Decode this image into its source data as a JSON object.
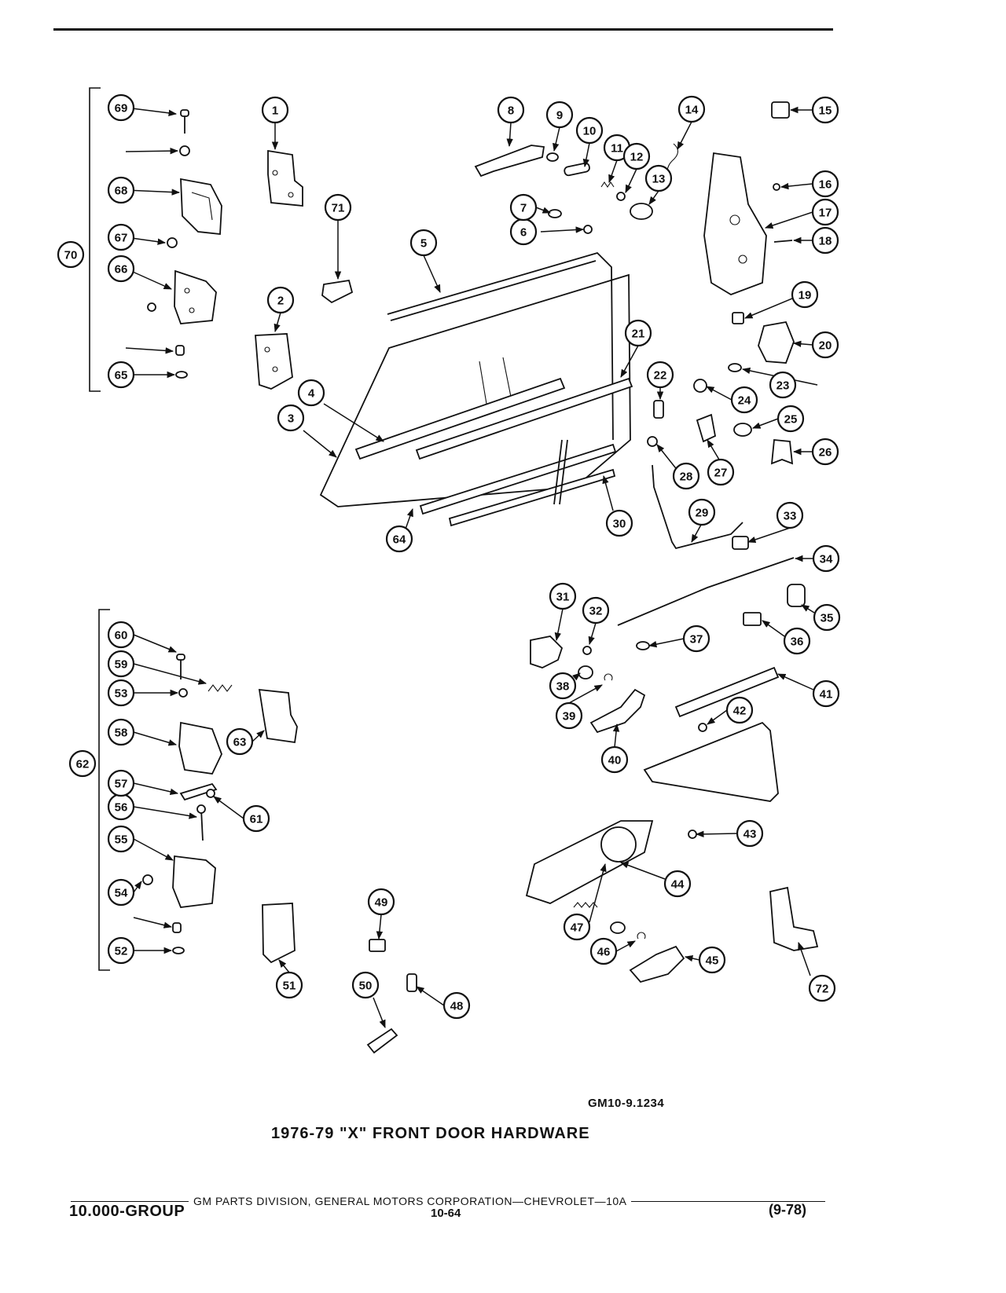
{
  "diagram": {
    "reference_code": "GM10-9.1234",
    "title": "1976-79 \"X\" FRONT DOOR HARDWARE",
    "callout_labels": [
      "1",
      "2",
      "3",
      "4",
      "5",
      "6",
      "7",
      "8",
      "9",
      "10",
      "11",
      "12",
      "13",
      "14",
      "15",
      "16",
      "17",
      "18",
      "19",
      "20",
      "21",
      "22",
      "23",
      "24",
      "25",
      "26",
      "27",
      "28",
      "29",
      "30",
      "31",
      "32",
      "33",
      "34",
      "35",
      "36",
      "37",
      "38",
      "39",
      "40",
      "41",
      "42",
      "43",
      "44",
      "45",
      "46",
      "47",
      "48",
      "49",
      "50",
      "51",
      "52",
      "53",
      "54",
      "55",
      "56",
      "57",
      "58",
      "59",
      "60",
      "61",
      "62",
      "63",
      "64",
      "65",
      "66",
      "67",
      "68",
      "69",
      "70",
      "71",
      "72"
    ]
  },
  "footer": {
    "publisher": "GM PARTS DIVISION, GENERAL MOTORS CORPORATION—CHEVROLET—10A",
    "group": "10.000-GROUP",
    "page": "10-64",
    "date": "(9-78)"
  }
}
